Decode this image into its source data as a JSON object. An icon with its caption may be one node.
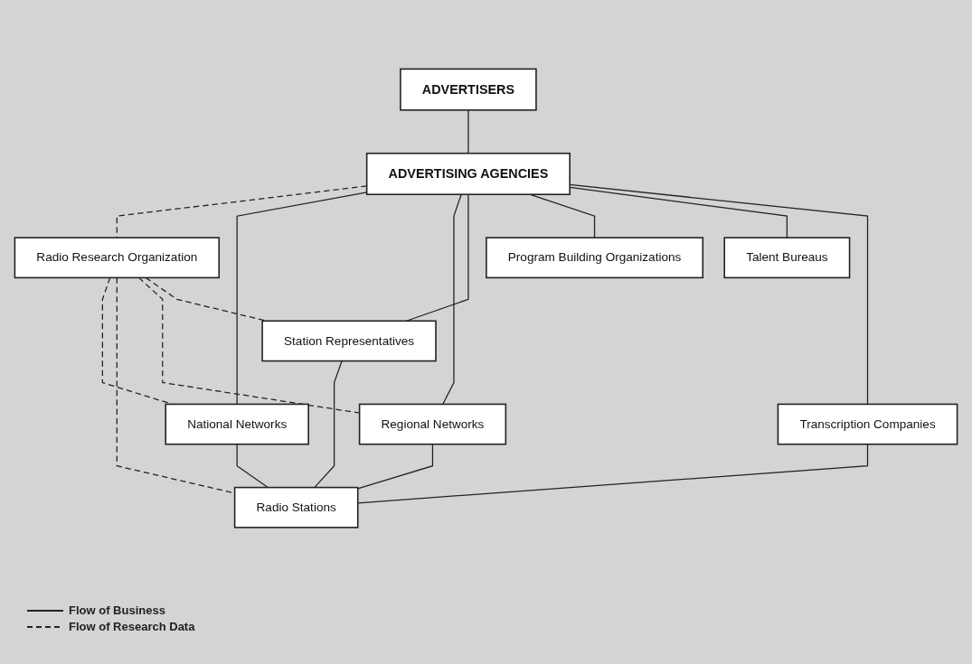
{
  "diagram": {
    "nodes": [
      {
        "text": [
          "ADVERTISERS"
        ]
      },
      {
        "text": [
          "ADVERTISING AGENCIES"
        ]
      },
      {
        "text": [
          "Radio Research Organization"
        ]
      },
      {
        "text": [
          "Program Building Organizations"
        ]
      },
      {
        "text": [
          "Talent Bureaus"
        ]
      },
      {
        "text": [
          "Transcription Companies"
        ]
      },
      {
        "text": [
          "Station Representatives"
        ]
      },
      {
        "text": [
          "National Networks"
        ]
      },
      {
        "text": [
          "Regional Networks"
        ]
      },
      {
        "text": [
          "Radio Stations"
        ]
      }
    ],
    "edges": [
      {
        "from": 0,
        "to": 1,
        "arrow": "none"
      },
      {
        "from": 1,
        "to": 2,
        "arrow": "none",
        "style": "dashed"
      },
      {
        "from": 1,
        "to": 7,
        "arrow": "none"
      },
      {
        "from": 1,
        "to": 8,
        "arrow": "none"
      },
      {
        "from": 1,
        "to": 6,
        "arrow": "none"
      },
      {
        "from": 1,
        "to": 3,
        "arrow": "none"
      },
      {
        "from": 1,
        "to": 4,
        "arrow": "none"
      },
      {
        "from": 1,
        "to": 5,
        "arrow": "none"
      },
      {
        "from": 2,
        "to": 7,
        "arrow": "none",
        "style": "dashed"
      },
      {
        "from": 2,
        "to": 9,
        "arrow": "none",
        "style": "dashed"
      },
      {
        "from": 2,
        "to": 8,
        "arrow": "none",
        "style": "dashed"
      },
      {
        "from": 2,
        "to": 6,
        "arrow": "none",
        "style": "dashed"
      },
      {
        "from": 6,
        "to": 9,
        "arrow": "none"
      },
      {
        "from": 5,
        "to": 9,
        "arrow": "none"
      },
      {
        "from": 7,
        "to": 9,
        "arrow": "none"
      },
      {
        "from": 8,
        "to": 9,
        "arrow": "none"
      }
    ],
    "legend": [
      {
        "text": "Flow of Business"
      },
      {
        "text": "Flow of Research Data"
      }
    ]
  }
}
